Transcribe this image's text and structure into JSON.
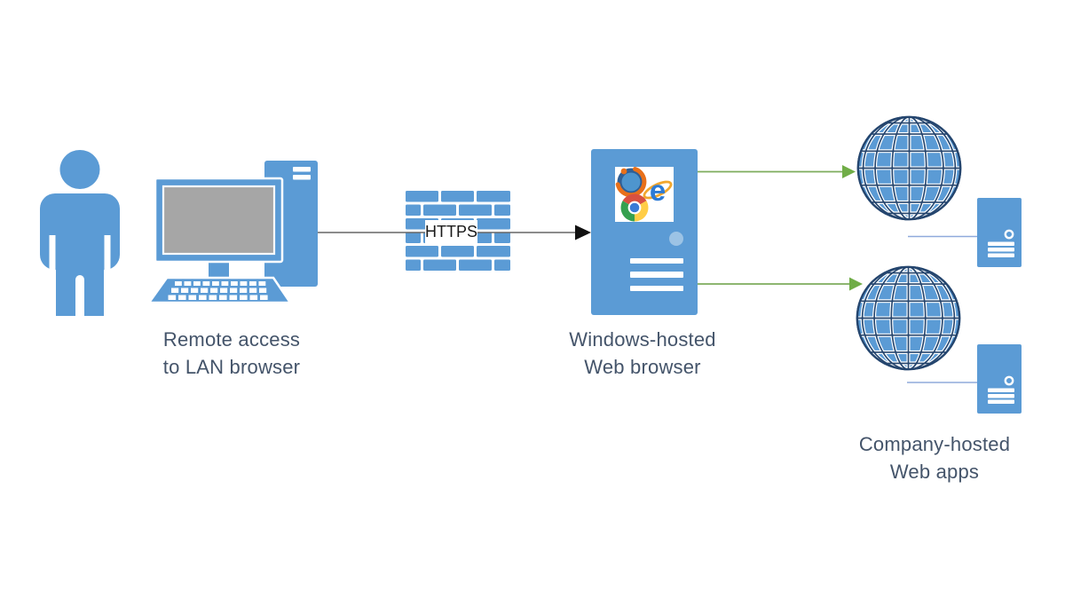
{
  "diagram": {
    "labels": {
      "client_line1": "Remote access",
      "client_line2": "to LAN browser",
      "server_line1": "Windows-hosted",
      "server_line2": "Web browser",
      "webapps_line1": "Company-hosted",
      "webapps_line2": "Web apps",
      "firewall_protocol": "HTTPS"
    },
    "nodes": [
      {
        "id": "user",
        "icon": "person-icon",
        "label": ""
      },
      {
        "id": "client-pc",
        "icon": "desktop-computer-icon",
        "label": "Remote access to LAN browser"
      },
      {
        "id": "firewall",
        "icon": "firewall-brick-wall-icon",
        "label": "HTTPS"
      },
      {
        "id": "browser-server",
        "icon": "server-tower-icon",
        "label": "Windows-hosted Web browser",
        "logos": [
          "firefox-logo",
          "internet-explorer-logo",
          "chrome-logo"
        ]
      },
      {
        "id": "web-globe-1",
        "icon": "globe-icon",
        "label": ""
      },
      {
        "id": "web-globe-2",
        "icon": "globe-icon",
        "label": ""
      },
      {
        "id": "app-server-1",
        "icon": "app-server-icon",
        "label": ""
      },
      {
        "id": "app-server-2",
        "icon": "app-server-icon",
        "label": "Company-hosted Web apps"
      }
    ],
    "connections": [
      {
        "from": "client-pc",
        "to": "browser-server",
        "via": "firewall",
        "label": "HTTPS",
        "style": "black-arrow"
      },
      {
        "from": "browser-server",
        "to": "web-globe-1",
        "style": "green-arrow"
      },
      {
        "from": "browser-server",
        "to": "web-globe-2",
        "style": "green-arrow"
      },
      {
        "from": "web-globe-1",
        "to": "app-server-1",
        "style": "plain-line"
      },
      {
        "from": "web-globe-2",
        "to": "app-server-2",
        "style": "plain-line"
      }
    ],
    "colors": {
      "accent_blue": "#5B9BD5",
      "screen_gray": "#A6A6A6",
      "label_text": "#44546A",
      "globe_line_navy": "#24456E",
      "green_arrow": "#70AD47",
      "black_arrow": "#111111",
      "gray_line": "#666666",
      "light_connector": "#8FAADC",
      "background": "#FFFFFF"
    }
  }
}
